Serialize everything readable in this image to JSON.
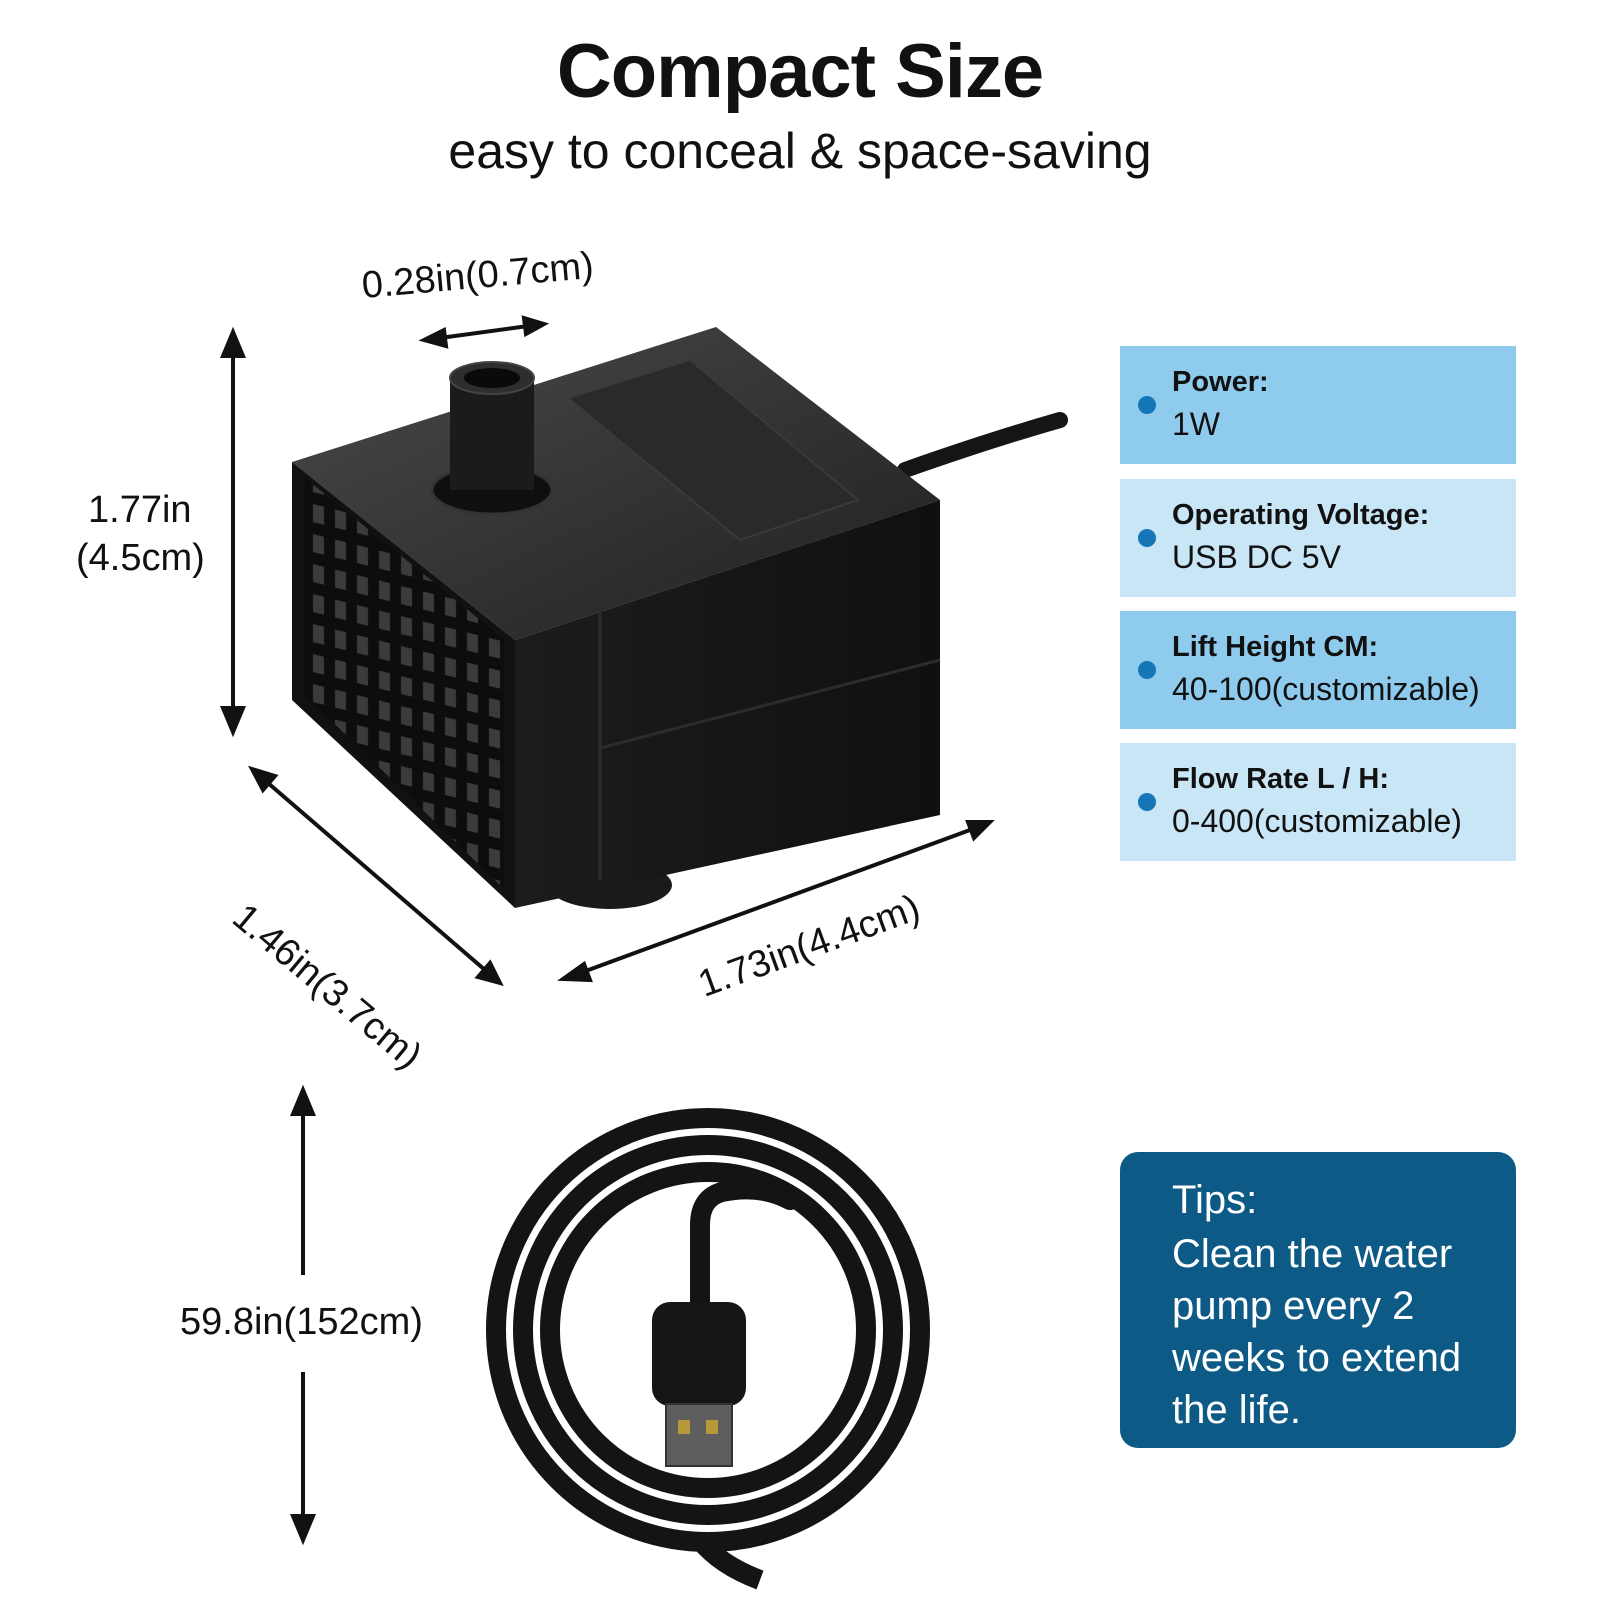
{
  "header": {
    "title": "Compact Size",
    "subtitle": "easy to conceal & space-saving"
  },
  "dimensions": {
    "outlet": "0.28in(0.7cm)",
    "height_in": "1.77in",
    "height_cm": "(4.5cm)",
    "depth": "1.46in(3.7cm)",
    "width": "1.73in(4.4cm)",
    "cable": "59.8in(152cm)"
  },
  "specs": [
    {
      "label": "Power:",
      "value": "1W",
      "bg": "#8fcbec"
    },
    {
      "label": "Operating Voltage:",
      "value": "USB DC 5V",
      "bg": "#c9e6f6"
    },
    {
      "label": "Lift Height CM:",
      "value": "40-100(customizable)",
      "bg": "#8fcbec"
    },
    {
      "label": "Flow Rate L / H:",
      "value": "0-400(customizable)",
      "bg": "#c9e6f6"
    }
  ],
  "tips": {
    "title": "Tips:",
    "text": "Clean the water pump every 2 weeks to extend the life."
  },
  "colors": {
    "accent_dark": "#0c5a85",
    "bullet": "#1677b8",
    "panel_light": "#c9e6f6",
    "panel_mid": "#8fcbec"
  }
}
